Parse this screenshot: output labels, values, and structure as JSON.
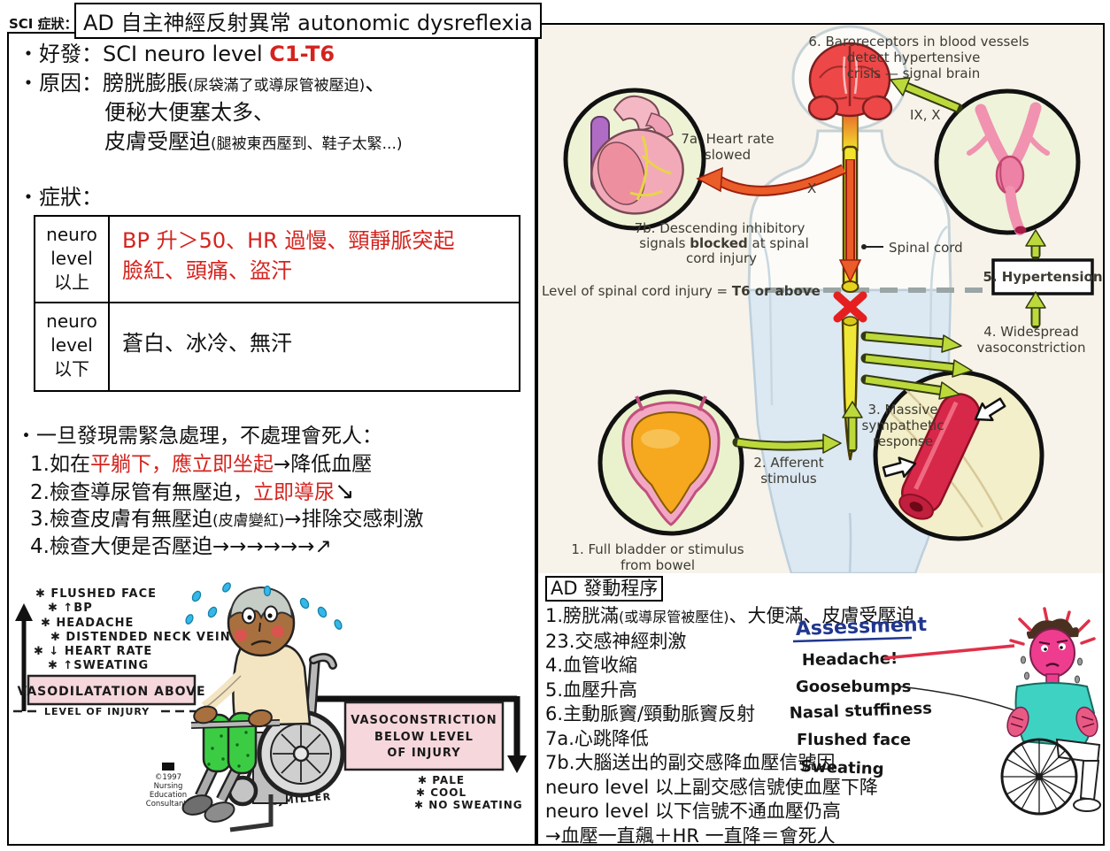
{
  "header": {
    "prefix": "SCI 症狀：",
    "title": "AD 自主神經反射異常 autonomic dysreflexia"
  },
  "left": {
    "occurrence": {
      "bullet": "・好發：",
      "normal": "SCI neuro level ",
      "highlight": "C1-T6"
    },
    "cause": {
      "bullet": "・原因：",
      "main": "膀胱膨脹",
      "paren": "(尿袋滿了或導尿管被壓迫)",
      "tail": "、",
      "line2": "便秘大便塞太多、",
      "line3_main": "皮膚受壓迫",
      "line3_paren": "(腿被東西壓到、鞋子太緊...)"
    },
    "symptoms_label": "・症狀：",
    "table": {
      "rows": [
        {
          "head": [
            "neuro",
            "level",
            "以上"
          ],
          "body_lines": [
            "BP 升＞50、HR 過慢、頸靜脈突起",
            "臉紅、頭痛、盜汗"
          ]
        },
        {
          "head": [
            "neuro",
            "level",
            "以下"
          ],
          "body_lines": [
            "蒼白、冰冷、無汗",
            ""
          ]
        }
      ]
    },
    "emergency": {
      "heading": "・一旦發現需緊急處理，不處理會死人：",
      "item1": {
        "a": "1.如在",
        "red": "平躺下，應立即坐起",
        "b": "→降低血壓"
      },
      "item2": {
        "a": "2.檢查導尿管有無壓迫，",
        "red": "立即導尿",
        "b": "↘"
      },
      "item3": {
        "a": "3.檢查皮膚有無壓迫",
        "paren": "(皮膚變紅)",
        "b": "→排除交感刺激"
      },
      "item4": {
        "a": "4.檢查大便是否壓迫→→→→→→↗"
      }
    },
    "cartoon": {
      "symptoms": [
        "✱ FLUSHED FACE",
        "✱ ↑BP",
        "✱ HEADACHE",
        "✱ DISTENDED NECK VEINS",
        "✱ ↓ HEART RATE",
        "✱ ↑SWEATING"
      ],
      "vasodilatation_label": "VASODILATATION ABOVE",
      "level_label": "LEVEL OF INJURY",
      "vasoconstriction_lines": [
        "VASOCONSTRICTION",
        "BELOW LEVEL",
        "OF INJURY"
      ],
      "below_symptoms": [
        "✱ PALE",
        "✱ COOL",
        "✱ NO SWEATING"
      ],
      "credit_lines": [
        "©1997",
        "Nursing",
        "Education",
        "Consultants"
      ],
      "artist": "CJMILLER"
    }
  },
  "right": {
    "diagram": {
      "step6": [
        "6. Baroreceptors in blood vessels",
        "detect hypertensive",
        "crisis — signal brain"
      ],
      "nerves": "IX, X",
      "step7a": [
        "7a. Heart rate",
        "slowed"
      ],
      "vagus": "X",
      "step7b_l1": "7b. Descending inhibitory",
      "step7b_l2a": "signals ",
      "step7b_l2b": "blocked",
      "step7b_l2c": " at spinal",
      "step7b_l3": "cord injury",
      "spinal_cord": "Spinal cord",
      "injury_a": "Level of spinal cord injury = ",
      "injury_b": "T6 or above",
      "step5": "5. Hypertension",
      "step4": [
        "4. Widespread",
        "vasoconstriction"
      ],
      "step3": [
        "3. Massive",
        "sympathetic",
        "response"
      ],
      "step2": [
        "2. Afferent",
        "stimulus"
      ],
      "step1": [
        "1. Full bladder or stimulus",
        "from bowel"
      ]
    },
    "sequence": {
      "title": "AD 發動程序",
      "line1": {
        "a": "1.膀胱滿",
        "paren": "(或導尿管被壓住)",
        "b": "、大便滿、皮膚受壓迫"
      },
      "lines": [
        "23.交感神經刺激",
        "4.血管收縮",
        "5.血壓升高",
        "6.主動脈竇/頸動脈竇反射",
        "7a.心跳降低",
        "7b.大腦送出的副交感降血壓信號因",
        "neuro level 以上副交感信號使血壓下降",
        "neuro level 以下信號不通血壓仍高",
        "→血壓一直飆＋HR 一直降＝會死人"
      ]
    },
    "assessment": {
      "title": "Assessment",
      "items": [
        "Headache!",
        "Goosebumps",
        "Nasal stuffiness",
        "Flushed face",
        "Sweating"
      ]
    }
  },
  "colors": {
    "accent_red": "#d4231e",
    "arrow_green": "#bcd93b",
    "arrow_orange": "#ea5c28",
    "brain_red": "#ee4747",
    "cord_yellow": "#f2e42e",
    "box_pink": "#f5d7dc"
  }
}
